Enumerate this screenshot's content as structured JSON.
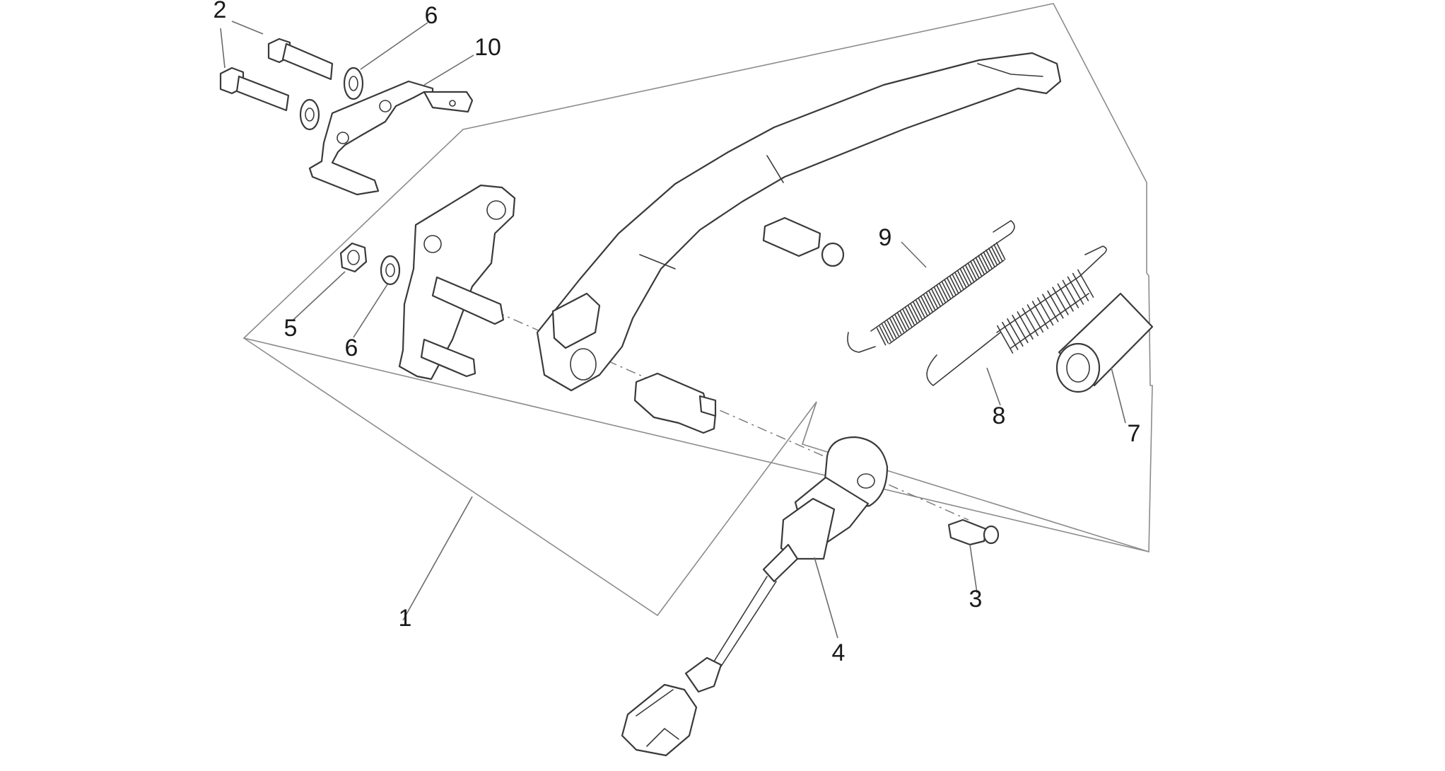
{
  "diagram": {
    "callouts": [
      {
        "id": "c1",
        "label": "1"
      },
      {
        "id": "c2",
        "label": "2"
      },
      {
        "id": "c3",
        "label": "3"
      },
      {
        "id": "c4",
        "label": "4"
      },
      {
        "id": "c5",
        "label": "5"
      },
      {
        "id": "c6a",
        "label": "6"
      },
      {
        "id": "c6b",
        "label": "6"
      },
      {
        "id": "c7",
        "label": "7"
      },
      {
        "id": "c8",
        "label": "8"
      },
      {
        "id": "c9",
        "label": "9"
      },
      {
        "id": "c10",
        "label": "10"
      }
    ],
    "colors": {
      "line": "#3a3a3a",
      "outline": "#8c8c8c",
      "text": "#1a1a1a",
      "background": "#ffffff"
    }
  }
}
